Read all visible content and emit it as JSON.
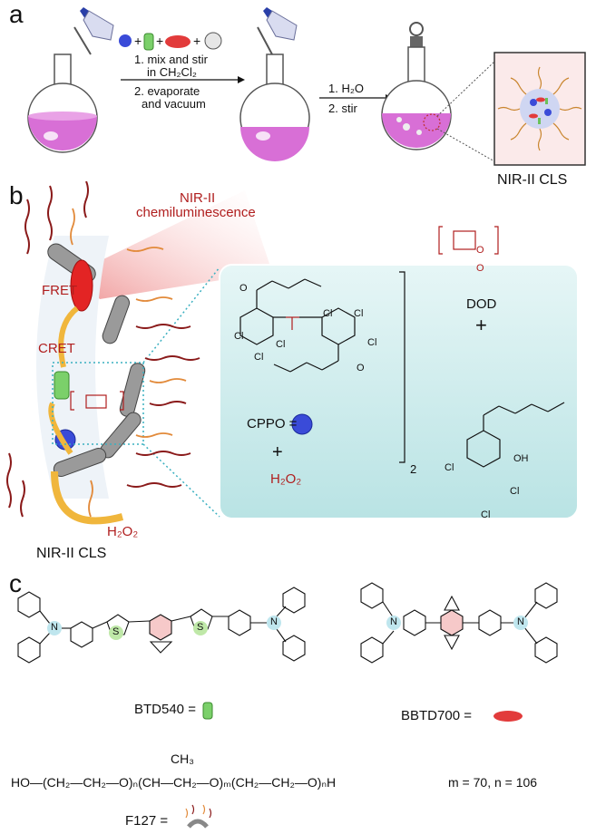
{
  "panels": {
    "a": "a",
    "b": "b",
    "c": "c"
  },
  "panel_a": {
    "step1_line1": "1. mix and stir",
    "step1_line2": "in CH₂Cl₂",
    "step1_line3": "2. evaporate",
    "step1_line4": "and vacuum",
    "step2_line1": "1. H₂O",
    "step2_line2": "2. stir",
    "product_label": "NIR-II CLS",
    "plus": "+"
  },
  "panel_b": {
    "emission_line1": "NIR-II",
    "emission_line2": "chemiluminescence",
    "fret": "FRET",
    "cret": "CRET",
    "h2o2_left": "H₂O₂",
    "cls_label": "NIR-II CLS",
    "cppo": "CPPO =",
    "plus": "+",
    "h2o2": "H₂O₂",
    "dod": "DOD",
    "subscript2": "2",
    "atom_cl": "Cl",
    "atom_o": "O",
    "atom_oh": "OH"
  },
  "panel_c": {
    "btd540": "BTD540 =",
    "bbtd700": "BBTD700 =",
    "f127_formula": "HO—(CH₂—CH₂—O)ₙ(CH—CH₂—O)ₘ(CH₂—CH₂—O)ₙH",
    "ch3": "CH₃",
    "mn": "m = 70, n = 106",
    "f127": "F127 =",
    "atom_n": "N",
    "atom_s": "S"
  },
  "colors": {
    "flask_liquid": "#d86fd6",
    "box_fill": "#cfeeee",
    "accent_red": "#b01e1e",
    "dotted": "#3ab0c0"
  }
}
